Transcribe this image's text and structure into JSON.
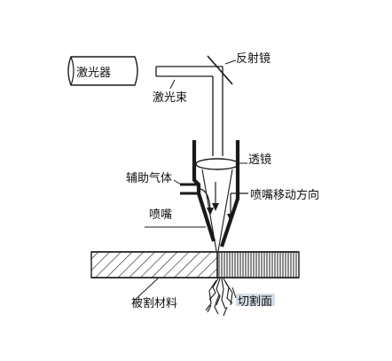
{
  "labels": {
    "laser": "激光器",
    "mirror": "反射镜",
    "beam": "激光束",
    "lens": "透镜",
    "assist_gas": "辅助气体",
    "nozzle_move": "喷嘴移动方向",
    "nozzle": "喷嘴",
    "material": "被割材料",
    "kerf": "切割面"
  },
  "colors": {
    "line": "#1a1a1a",
    "kerf_tint": "#9fb3c8"
  }
}
